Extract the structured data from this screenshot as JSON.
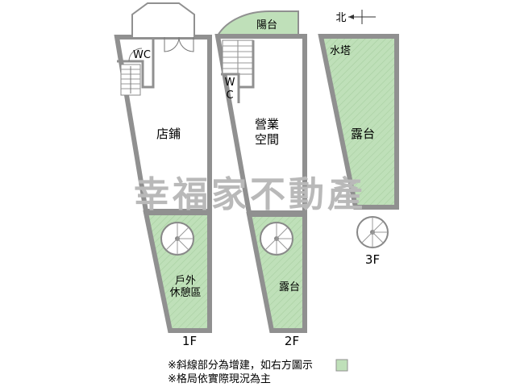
{
  "colors": {
    "wall": "#909090",
    "green": "#bfe0b9",
    "hatch": "#a8cfa1",
    "watermark": "#b9b9b9"
  },
  "floors": {
    "f1": {
      "label": "1F",
      "rooms": {
        "wc": "WC",
        "shop": "店鋪",
        "outdoor_line1": "戶外",
        "outdoor_line2": "休憩區"
      }
    },
    "f2": {
      "label": "2F",
      "rooms": {
        "balcony": "陽台",
        "wc_w": "W",
        "wc_c": "C",
        "business_line1": "營業",
        "business_line2": "空間",
        "terrace": "露台"
      }
    },
    "f3": {
      "label": "3F",
      "rooms": {
        "water_tower": "水塔",
        "terrace": "露台"
      }
    }
  },
  "compass": {
    "label": "北"
  },
  "watermark": "幸福家不動產",
  "notes": {
    "line1": "※斜線部分為增建，如右方圖示",
    "line2": "※格局依實際現況為主"
  },
  "icons": [
    "compass-arrow-icon",
    "spiral-stair-icon",
    "stair-icon",
    "door-swing-icon"
  ]
}
